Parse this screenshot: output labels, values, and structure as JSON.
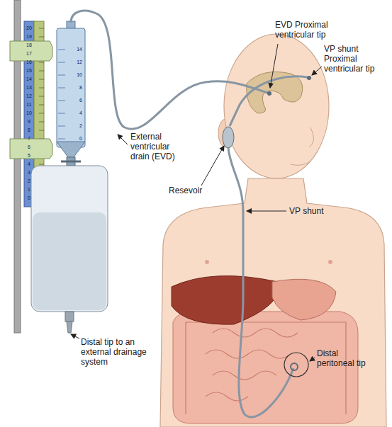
{
  "diagram": {
    "labels": [
      "EVD Proximal ventricular tip",
      "VP shunt Proximal ventricular tip",
      "External ventricular drain (EVD)",
      "Resevoir",
      "VP shunt",
      "Distal tip to an external drainage system",
      "Distal peritoneal tip",
      "20",
      "19",
      "18",
      "17",
      "16",
      "15",
      "14",
      "13",
      "12",
      "11",
      "10",
      "9",
      "8",
      "7",
      "6",
      "5",
      "4",
      "3",
      "2",
      "1",
      "0",
      "14",
      "12",
      "10",
      "8",
      "6",
      "4",
      "2",
      "0"
    ]
  }
}
